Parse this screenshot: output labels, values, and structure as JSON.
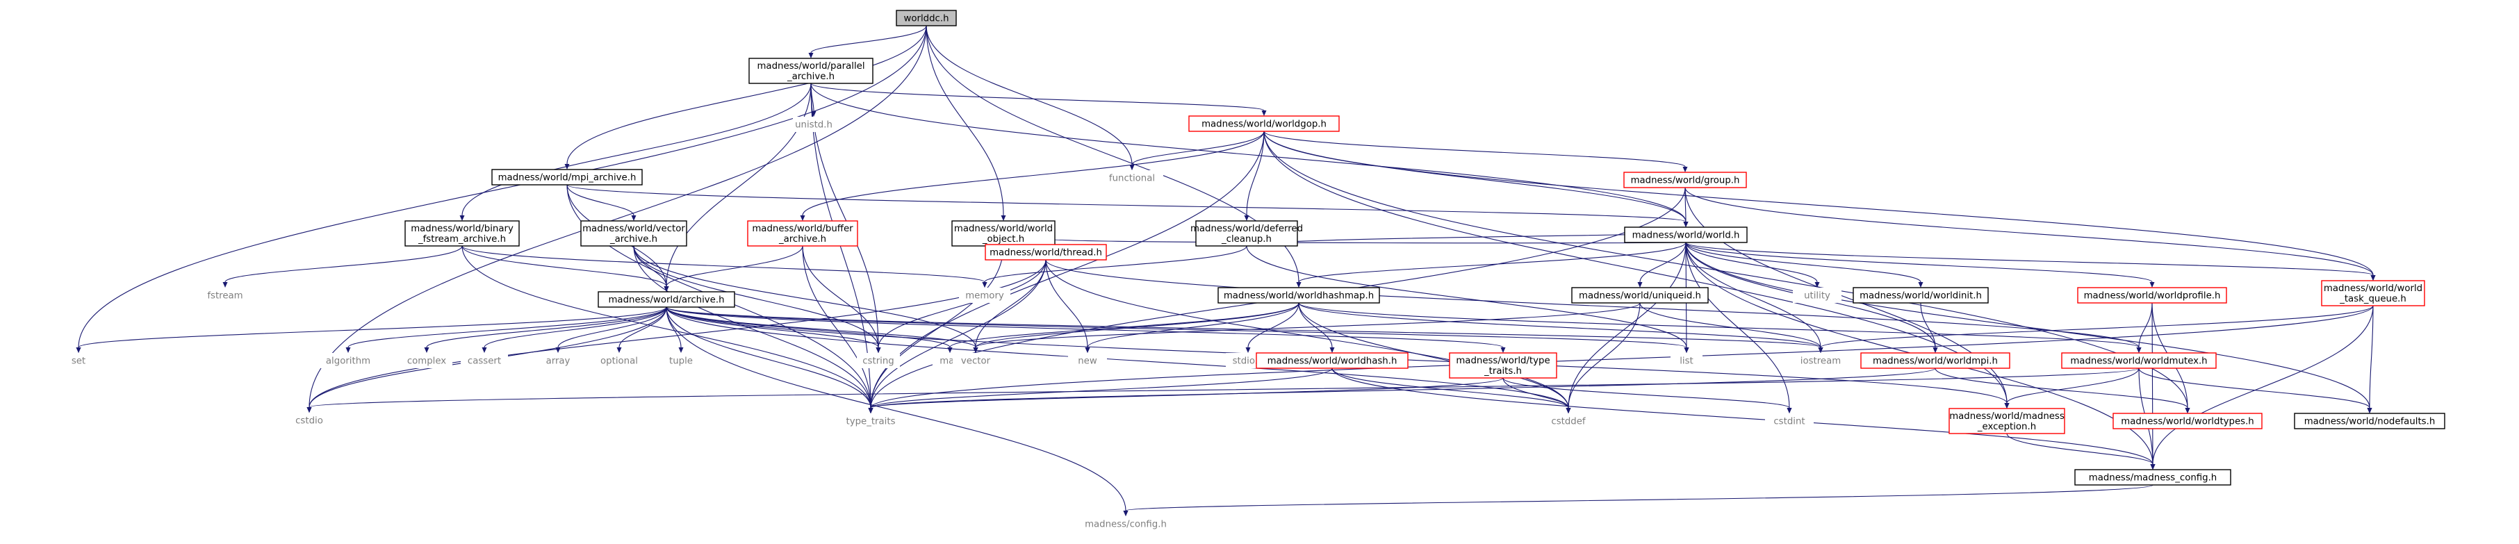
{
  "colors": {
    "edge": "#191970",
    "root_fill": "#bfbfbf",
    "normal_border": "#000000",
    "missing_border": "#ff0000",
    "system_text": "#7f7f7f",
    "text": "#000000"
  },
  "nodes": [
    {
      "id": "worlddc",
      "label": [
        "worlddc.h"
      ],
      "kind": "root"
    },
    {
      "id": "parallel_archive",
      "label": [
        "madness/world/parallel",
        "_archive.h"
      ],
      "kind": "normal"
    },
    {
      "id": "unistd",
      "label": [
        "unistd.h"
      ],
      "kind": "system"
    },
    {
      "id": "worldgop",
      "label": [
        "madness/world/worldgop.h"
      ],
      "kind": "missing"
    },
    {
      "id": "functional",
      "label": [
        "functional"
      ],
      "kind": "system"
    },
    {
      "id": "mpi_archive",
      "label": [
        "madness/world/mpi_archive.h"
      ],
      "kind": "normal"
    },
    {
      "id": "group",
      "label": [
        "madness/world/group.h"
      ],
      "kind": "missing"
    },
    {
      "id": "binary_fstream",
      "label": [
        "madness/world/binary",
        "_fstream_archive.h"
      ],
      "kind": "normal"
    },
    {
      "id": "vector_archive",
      "label": [
        "madness/world/vector",
        "_archive.h"
      ],
      "kind": "normal"
    },
    {
      "id": "buffer_archive",
      "label": [
        "madness/world/buffer",
        "_archive.h"
      ],
      "kind": "missing"
    },
    {
      "id": "world_object",
      "label": [
        "madness/world/world",
        "_object.h"
      ],
      "kind": "normal"
    },
    {
      "id": "deferred_cleanup",
      "label": [
        "madness/world/deferred",
        "_cleanup.h"
      ],
      "kind": "normal"
    },
    {
      "id": "world",
      "label": [
        "madness/world/world.h"
      ],
      "kind": "normal"
    },
    {
      "id": "fstream",
      "label": [
        "fstream"
      ],
      "kind": "system"
    },
    {
      "id": "memory",
      "label": [
        "memory"
      ],
      "kind": "system"
    },
    {
      "id": "thread",
      "label": [
        "madness/world/thread.h"
      ],
      "kind": "missing"
    },
    {
      "id": "worldhashmap",
      "label": [
        "madness/world/worldhashmap.h"
      ],
      "kind": "normal"
    },
    {
      "id": "uniqueid",
      "label": [
        "madness/world/uniqueid.h"
      ],
      "kind": "normal"
    },
    {
      "id": "utility",
      "label": [
        "utility"
      ],
      "kind": "system"
    },
    {
      "id": "worldinit",
      "label": [
        "madness/world/worldinit.h"
      ],
      "kind": "normal"
    },
    {
      "id": "worldprofile",
      "label": [
        "madness/world/worldprofile.h"
      ],
      "kind": "missing"
    },
    {
      "id": "task_queue",
      "label": [
        "madness/world/world",
        "_task_queue.h"
      ],
      "kind": "missing"
    },
    {
      "id": "archive",
      "label": [
        "madness/world/archive.h"
      ],
      "kind": "normal"
    },
    {
      "id": "set",
      "label": [
        "set"
      ],
      "kind": "system"
    },
    {
      "id": "algorithm",
      "label": [
        "algorithm"
      ],
      "kind": "system"
    },
    {
      "id": "complex",
      "label": [
        "complex"
      ],
      "kind": "system"
    },
    {
      "id": "cassert",
      "label": [
        "cassert"
      ],
      "kind": "system"
    },
    {
      "id": "array",
      "label": [
        "array"
      ],
      "kind": "system"
    },
    {
      "id": "optional",
      "label": [
        "optional"
      ],
      "kind": "system"
    },
    {
      "id": "tuple",
      "label": [
        "tuple"
      ],
      "kind": "system"
    },
    {
      "id": "cstring",
      "label": [
        "cstring"
      ],
      "kind": "system"
    },
    {
      "id": "map",
      "label": [
        "map"
      ],
      "kind": "system"
    },
    {
      "id": "vector",
      "label": [
        "vector"
      ],
      "kind": "system"
    },
    {
      "id": "new",
      "label": [
        "new"
      ],
      "kind": "system"
    },
    {
      "id": "stdio",
      "label": [
        "stdio.h"
      ],
      "kind": "system"
    },
    {
      "id": "worldhash",
      "label": [
        "madness/world/worldhash.h"
      ],
      "kind": "missing"
    },
    {
      "id": "type_traits_h",
      "label": [
        "madness/world/type",
        "_traits.h"
      ],
      "kind": "missing"
    },
    {
      "id": "list",
      "label": [
        "list"
      ],
      "kind": "system"
    },
    {
      "id": "iostream",
      "label": [
        "iostream"
      ],
      "kind": "system"
    },
    {
      "id": "worldmpi",
      "label": [
        "madness/world/worldmpi.h"
      ],
      "kind": "missing"
    },
    {
      "id": "worldmutex",
      "label": [
        "madness/world/worldmutex.h"
      ],
      "kind": "missing"
    },
    {
      "id": "cstdio",
      "label": [
        "cstdio"
      ],
      "kind": "system"
    },
    {
      "id": "type_traits",
      "label": [
        "type_traits"
      ],
      "kind": "system"
    },
    {
      "id": "cstddef",
      "label": [
        "cstddef"
      ],
      "kind": "system"
    },
    {
      "id": "cstdint",
      "label": [
        "cstdint"
      ],
      "kind": "system"
    },
    {
      "id": "madness_exception",
      "label": [
        "madness/world/madness",
        "_exception.h"
      ],
      "kind": "missing"
    },
    {
      "id": "worldtypes",
      "label": [
        "madness/world/worldtypes.h"
      ],
      "kind": "missing"
    },
    {
      "id": "nodefaults",
      "label": [
        "madness/world/nodefaults.h"
      ],
      "kind": "normal"
    },
    {
      "id": "madness_config",
      "label": [
        "madness/madness_config.h"
      ],
      "kind": "normal"
    },
    {
      "id": "config",
      "label": [
        "madness/config.h"
      ],
      "kind": "system"
    }
  ],
  "edges": [
    [
      "worlddc",
      "parallel_archive"
    ],
    [
      "worlddc",
      "functional"
    ],
    [
      "worlddc",
      "mpi_archive"
    ],
    [
      "worlddc",
      "world_object"
    ],
    [
      "worlddc",
      "worldhashmap"
    ],
    [
      "worlddc",
      "set"
    ],
    [
      "worlddc",
      "cstdio"
    ],
    [
      "parallel_archive",
      "unistd"
    ],
    [
      "parallel_archive",
      "worldgop"
    ],
    [
      "parallel_archive",
      "world"
    ],
    [
      "parallel_archive",
      "binary_fstream"
    ],
    [
      "parallel_archive",
      "archive"
    ],
    [
      "parallel_archive",
      "cstring"
    ],
    [
      "parallel_archive",
      "type_traits"
    ],
    [
      "worldgop",
      "functional"
    ],
    [
      "worldgop",
      "group"
    ],
    [
      "worldgop",
      "world"
    ],
    [
      "worldgop",
      "buffer_archive"
    ],
    [
      "worldgop",
      "deferred_cleanup"
    ],
    [
      "worldgop",
      "task_queue"
    ],
    [
      "worldgop",
      "type_traits"
    ],
    [
      "worldgop",
      "worldtypes"
    ],
    [
      "worldgop",
      "madness_exception"
    ],
    [
      "mpi_archive",
      "world"
    ],
    [
      "mpi_archive",
      "vector_archive"
    ],
    [
      "mpi_archive",
      "archive"
    ],
    [
      "mpi_archive",
      "type_traits"
    ],
    [
      "group",
      "world"
    ],
    [
      "group",
      "task_queue"
    ],
    [
      "group",
      "type_traits"
    ],
    [
      "group",
      "madness_exception"
    ],
    [
      "binary_fstream",
      "fstream"
    ],
    [
      "binary_fstream",
      "memory"
    ],
    [
      "binary_fstream",
      "archive"
    ],
    [
      "binary_fstream",
      "type_traits"
    ],
    [
      "vector_archive",
      "archive"
    ],
    [
      "vector_archive",
      "cstring"
    ],
    [
      "vector_archive",
      "vector"
    ],
    [
      "vector_archive",
      "type_traits"
    ],
    [
      "buffer_archive",
      "archive"
    ],
    [
      "buffer_archive",
      "cstring"
    ],
    [
      "buffer_archive",
      "type_traits"
    ],
    [
      "world_object",
      "thread"
    ],
    [
      "world_object",
      "type_traits"
    ],
    [
      "deferred_cleanup",
      "memory"
    ],
    [
      "deferred_cleanup",
      "list"
    ],
    [
      "deferred_cleanup",
      "world"
    ],
    [
      "world",
      "thread"
    ],
    [
      "world",
      "worldhashmap"
    ],
    [
      "world",
      "uniqueid"
    ],
    [
      "world",
      "utility"
    ],
    [
      "world",
      "worldinit"
    ],
    [
      "world",
      "worldprofile"
    ],
    [
      "world",
      "task_queue"
    ],
    [
      "world",
      "list"
    ],
    [
      "world",
      "iostream"
    ],
    [
      "world",
      "cstddef"
    ],
    [
      "world",
      "cstdint"
    ],
    [
      "world",
      "worldmpi"
    ],
    [
      "world",
      "madness_config"
    ],
    [
      "world",
      "nodefaults"
    ],
    [
      "thread",
      "cstring"
    ],
    [
      "thread",
      "vector"
    ],
    [
      "thread",
      "new"
    ],
    [
      "thread",
      "cstddef"
    ],
    [
      "thread",
      "cstdio"
    ],
    [
      "thread",
      "type_traits"
    ],
    [
      "thread",
      "worldmutex"
    ],
    [
      "worldhashmap",
      "new"
    ],
    [
      "worldhashmap",
      "stdio"
    ],
    [
      "worldhashmap",
      "worldhash"
    ],
    [
      "worldhashmap",
      "cstddef"
    ],
    [
      "worldhashmap",
      "iostream"
    ],
    [
      "worldhashmap",
      "worldmutex"
    ],
    [
      "worldhashmap",
      "map"
    ],
    [
      "worldhashmap",
      "vector"
    ],
    [
      "uniqueid",
      "cstddef"
    ],
    [
      "uniqueid",
      "iostream"
    ],
    [
      "uniqueid",
      "vector"
    ],
    [
      "worldinit",
      "worldmpi"
    ],
    [
      "worldprofile",
      "worldmutex"
    ],
    [
      "worldprofile",
      "worldtypes"
    ],
    [
      "worldprofile",
      "madness_config"
    ],
    [
      "task_queue",
      "iostream"
    ],
    [
      "task_queue",
      "nodefaults"
    ],
    [
      "task_queue",
      "madness_config"
    ],
    [
      "task_queue",
      "type_traits"
    ],
    [
      "archive",
      "set"
    ],
    [
      "archive",
      "algorithm"
    ],
    [
      "archive",
      "complex"
    ],
    [
      "archive",
      "cassert"
    ],
    [
      "archive",
      "array"
    ],
    [
      "archive",
      "optional"
    ],
    [
      "archive",
      "tuple"
    ],
    [
      "archive",
      "cstring"
    ],
    [
      "archive",
      "map"
    ],
    [
      "archive",
      "vector"
    ],
    [
      "archive",
      "list"
    ],
    [
      "archive",
      "cstdio"
    ],
    [
      "archive",
      "type_traits"
    ],
    [
      "archive",
      "cstddef"
    ],
    [
      "archive",
      "type_traits_h"
    ],
    [
      "archive",
      "madness_exception"
    ],
    [
      "archive",
      "iostream"
    ],
    [
      "archive",
      "config"
    ],
    [
      "worldhash",
      "type_traits"
    ],
    [
      "worldhash",
      "cstddef"
    ],
    [
      "worldhash",
      "madness_config"
    ],
    [
      "type_traits_h",
      "cstddef"
    ],
    [
      "type_traits_h",
      "cstdint"
    ],
    [
      "type_traits_h",
      "type_traits"
    ],
    [
      "worldmpi",
      "type_traits"
    ],
    [
      "worldmpi",
      "worldtypes"
    ],
    [
      "worldmutex",
      "madness_exception"
    ],
    [
      "worldmutex",
      "nodefaults"
    ],
    [
      "worldmutex",
      "madness_config"
    ],
    [
      "worldmutex",
      "cstdio"
    ],
    [
      "madness_exception",
      "madness_config"
    ],
    [
      "madness_config",
      "config"
    ]
  ]
}
